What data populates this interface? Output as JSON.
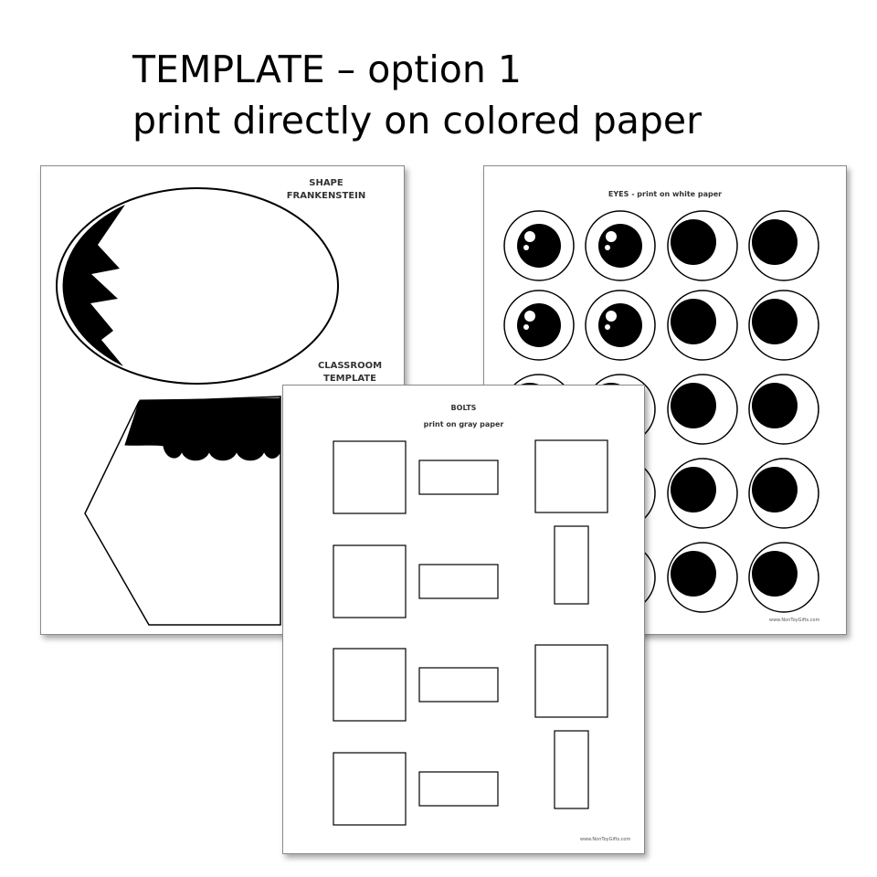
{
  "heading": {
    "line1": "TEMPLATE – option 1",
    "line2": "print directly on colored paper"
  },
  "shape_sheet": {
    "title_line1": "SHAPE",
    "title_line2": "FRANKENSTEIN",
    "subtitle_line1": "CLASSROOM",
    "subtitle_line2": "TEMPLATE"
  },
  "eyes_sheet": {
    "title": "EYES - print on white paper",
    "credit": "www.NonToyGifts.com"
  },
  "bolts_sheet": {
    "title_line1": "BOLTS",
    "title_line2": "print on gray paper",
    "credit": "www.NonToyGifts.com"
  },
  "colors": {
    "ink": "#000000",
    "paper": "#ffffff",
    "sheet_border": "#8a8a8a"
  }
}
